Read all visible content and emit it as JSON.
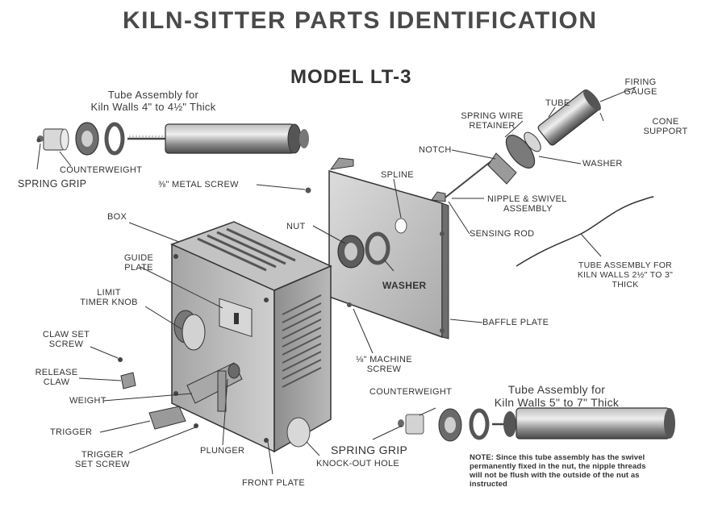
{
  "title": "KILN-SITTER PARTS IDENTIFICATION",
  "model": "MODEL LT-3",
  "tube_assembly_small": {
    "line1": "Tube Assembly for",
    "line2": "Kiln Walls 4\" to 4½\" Thick"
  },
  "tube_assembly_large": {
    "line1": "Tube Assembly for",
    "line2": "Kiln Walls 5\" to 7\" Thick"
  },
  "tube_assembly_medium": {
    "line1": "TUBE ASSEMBLY FOR",
    "line2": "KILN WALLS 2½\" TO 3\"",
    "line3": "THICK"
  },
  "labels": {
    "firing_gauge_1": "FIRING",
    "firing_gauge_2": "GAUGE",
    "tube": "TUBE",
    "cone_support_1": "CONE",
    "cone_support_2": "SUPPORT",
    "spring_wire_retainer_1": "SPRING WIRE",
    "spring_wire_retainer_2": "RETAINER",
    "notch": "NOTCH",
    "washer_top": "WASHER",
    "spline": "SPLINE",
    "nipple_swivel_1": "NIPPLE & SWIVEL",
    "nipple_swivel_2": "ASSEMBLY",
    "sensing_rod": "SENSING ROD",
    "metal_screw": "⅜\" METAL SCREW",
    "spring_grip_left": "SPRING GRIP",
    "counterweight_left": "COUNTERWEIGHT",
    "box": "BOX",
    "nut": "NUT",
    "washer_mid": "WASHER",
    "guide_plate_1": "GUIDE",
    "guide_plate_2": "PLATE",
    "limit_timer_knob_1": "LIMIT",
    "limit_timer_knob_2": "TIMER KNOB",
    "claw_set_screw_1": "CLAW SET",
    "claw_set_screw_2": "SCREW",
    "release_claw_1": "RELEASE",
    "release_claw_2": "CLAW",
    "weight": "WEIGHT",
    "trigger": "TRIGGER",
    "trigger_set_screw_1": "TRIGGER",
    "trigger_set_screw_2": "SET SCREW",
    "plunger": "PLUNGER",
    "front_plate": "FRONT PLATE",
    "knock_out_hole": "KNOCK-OUT HOLE",
    "machine_screw_1": "⅛\" MACHINE",
    "machine_screw_2": "SCREW",
    "baffle_plate": "BAFFLE PLATE",
    "counterweight_right": "COUNTERWEIGHT",
    "spring_grip_right": "SPRING GRIP"
  },
  "note": "NOTE: Since this tube assembly has the swivel permanently fixed in the nut, the nipple threads will not be flush with the outside of the nut as instructed"
}
